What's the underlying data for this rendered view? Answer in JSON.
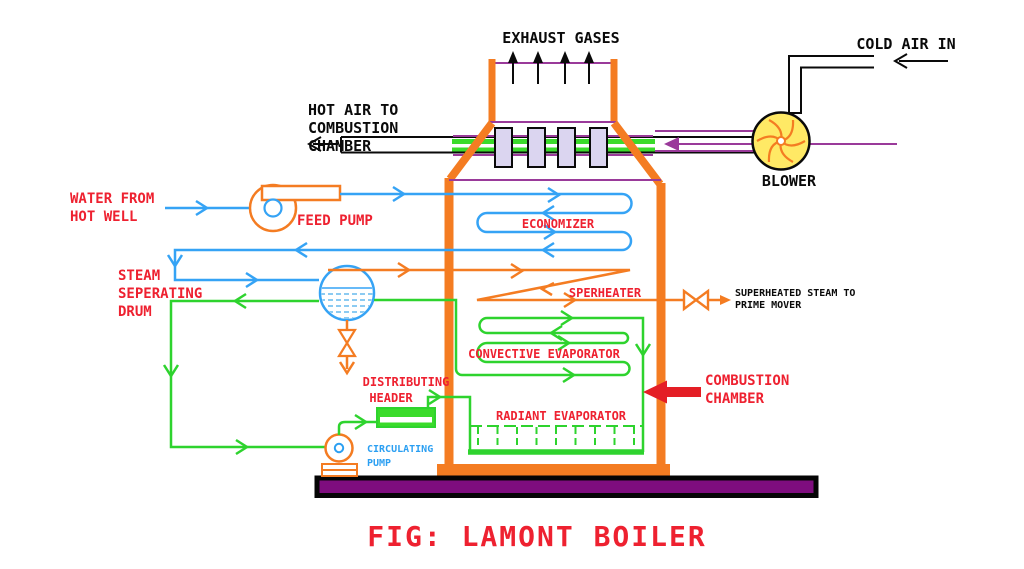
{
  "figure": {
    "caption": "FIG: LAMONT BOILER"
  },
  "labels": {
    "exhaust_gases": "EXHAUST GASES",
    "cold_air_in": "COLD AIR IN",
    "blower": "BLOWER",
    "hot_air_1": "HOT AIR TO",
    "hot_air_2": "COMBUSTION",
    "hot_air_3": "CHAMBER",
    "water_from_1": "WATER FROM",
    "water_from_2": "HOT WELL",
    "feed_pump": "FEED PUMP",
    "drum_1": "STEAM",
    "drum_2": "SEPERATING",
    "drum_3": "DRUM",
    "economizer": "ECONOMIZER",
    "superheater": "SPERHEATER",
    "superheated_steam_1": "SUPERHEATED STEAM TO",
    "superheated_steam_2": "PRIME MOVER",
    "convective_evaporator": "CONVECTIVE EVAPORATOR",
    "combustion_1": "COMBUSTION",
    "combustion_2": "CHAMBER",
    "radiant_evaporator": "RADIANT EVAPORATOR",
    "distributing_1": "DISTRIBUTING",
    "distributing_2": "HEADER",
    "circulating_1": "CIRCULATING",
    "circulating_2": "PUMP"
  },
  "colors": {
    "boiler_orange": "#F47C22",
    "water_blue": "#35A3F5",
    "steam_green": "#2ED32E",
    "air_purple": "#9A3A9A",
    "foundation_purple": "#7E0D7E",
    "label_red": "#EE2130",
    "pump_label_blue": "#2B9FF2",
    "blower_yellow": "#FFE965",
    "preheater_bar": "#DBD5F0"
  }
}
